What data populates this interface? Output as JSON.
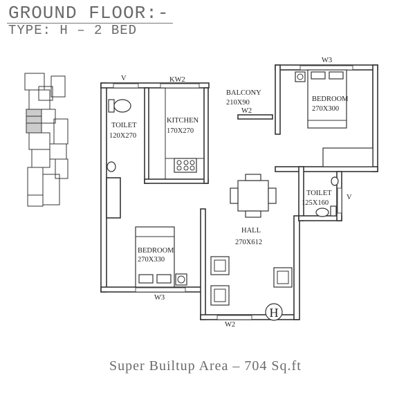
{
  "header": {
    "title": "GROUND FLOOR:-",
    "subtitle": "TYPE: H – 2 BED"
  },
  "footer": {
    "area": "Super Builtup Area – 704 Sq.ft"
  },
  "marker": "H",
  "labels": {
    "toilet1_name": "TOILET",
    "toilet1_size": "120X270",
    "kitchen_name": "KITCHEN",
    "kitchen_size": "170X270",
    "kw2": "KW2",
    "v_top": "V",
    "balcony_name": "BALCONY",
    "balcony_size": "210X90",
    "balcony_win": "W2",
    "bed1_name": "BEDROOM",
    "bed1_size": "270X300",
    "w3_top": "W3",
    "toilet2_name": "TOILET",
    "toilet2_size": "125X160",
    "v_right": "V",
    "hall_name": "HALL",
    "hall_size": "270X612",
    "bed2_name": "BEDROOM",
    "bed2_size": "270X330",
    "w3_bottom": "W3",
    "w2_bottom": "W2"
  }
}
